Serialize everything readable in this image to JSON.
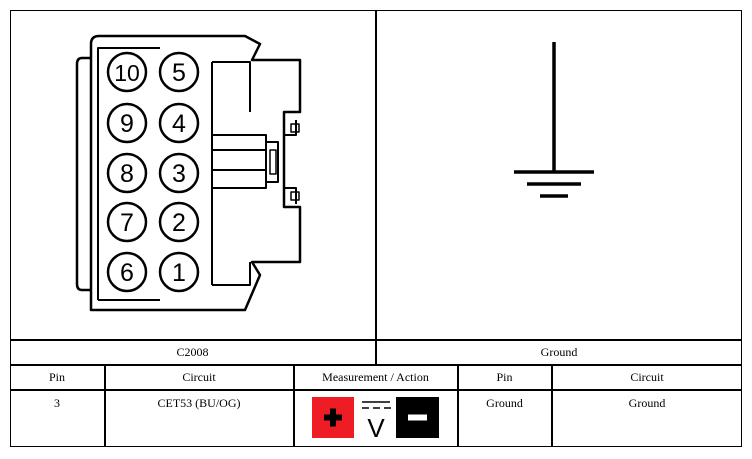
{
  "connector": {
    "name": "C2008",
    "pins": [
      "10",
      "5",
      "9",
      "4",
      "8",
      "3",
      "7",
      "2",
      "6",
      "1"
    ]
  },
  "ground_panel": {
    "label": "Ground"
  },
  "table": {
    "headers": [
      "Pin",
      "Circuit",
      "Measurement / Action",
      "Pin",
      "Circuit"
    ],
    "row": {
      "pin_a": "3",
      "circuit_a": "CET53 (BU/OG)",
      "pin_b": "Ground",
      "circuit_b": "Ground"
    }
  },
  "measurement": {
    "positive_symbol": "+",
    "meter_symbol": "V",
    "negative_symbol": "−",
    "positive_color": "#ee1c24",
    "negative_color": "#000000"
  }
}
